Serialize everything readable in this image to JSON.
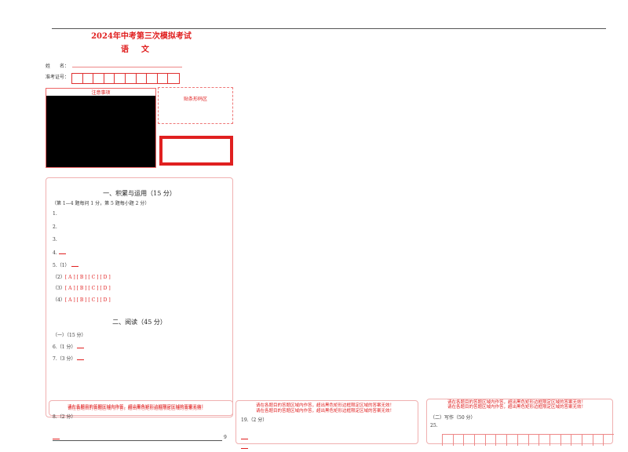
{
  "header": {
    "title": "2024年中考第三次模拟考试",
    "subtitle": "语文"
  },
  "student": {
    "name_label": "姓　　名：",
    "id_label": "准考证号：",
    "id_box_count": 10
  },
  "notice": {
    "title": "注意事项"
  },
  "barcode": {
    "label": "贴条形码区"
  },
  "section1": {
    "heading": "一、积累与运用（15 分）",
    "note": "（第 1—4 题每问 1 分，第 5 题每小题 2 分）",
    "questions": [
      "1.",
      "2.",
      "3.",
      "4.",
      "5.（1）"
    ],
    "choices": [
      {
        "label": "（2）",
        "options": "[ A ] [ B ] [ C ] [ D ]"
      },
      {
        "label": "（3）",
        "options": "[ A ] [ B ] [ C ] [ D ]"
      },
      {
        "label": "（4）",
        "options": "[ A ] [ B ] [ C ] [ D ]"
      }
    ]
  },
  "section2": {
    "heading": "二、阅读（45 分）",
    "sub": "（一）（15 分）",
    "q6": "6.（1 分）",
    "q7": "7.（3 分）",
    "q8": "8.（2 分）",
    "q9": "9"
  },
  "warning": "请在各题目的答题区域内作答，超出黑色矩形边框限定区域的答案无效！",
  "col2": {
    "q19": "19.（2 分）"
  },
  "col3": {
    "writing": "（二）写作（50 分）",
    "q25": "25."
  },
  "colors": {
    "accent": "#e02020",
    "border": "#f0b0b0"
  }
}
